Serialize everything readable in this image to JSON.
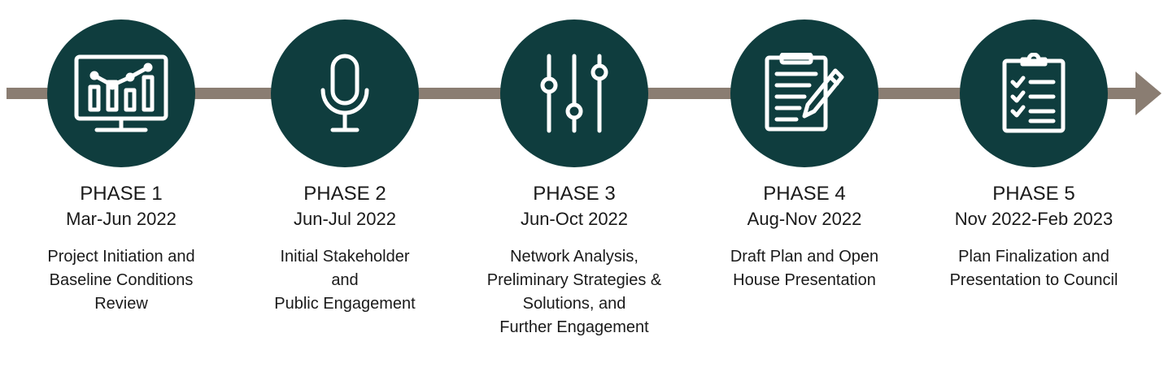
{
  "colors": {
    "circle": "#0f3d3e",
    "arrow": "#8a7d72",
    "icon_stroke": "#ffffff",
    "text": "#1a1a1a"
  },
  "phases": [
    {
      "title": "PHASE 1",
      "dates": "Mar-Jun 2022",
      "description": "Project Initiation and\nBaseline Conditions\nReview",
      "icon": "monitor-bar-chart-icon"
    },
    {
      "title": "PHASE 2",
      "dates": "Jun-Jul 2022",
      "description": "Initial Stakeholder\nand\nPublic Engagement",
      "icon": "microphone-icon"
    },
    {
      "title": "PHASE 3",
      "dates": "Jun-Oct 2022",
      "description": "Network Analysis,\nPreliminary Strategies &\nSolutions, and\nFurther Engagement",
      "icon": "sliders-icon"
    },
    {
      "title": "PHASE 4",
      "dates": "Aug-Nov 2022",
      "description": "Draft Plan and Open\nHouse Presentation",
      "icon": "clipboard-pencil-icon"
    },
    {
      "title": "PHASE 5",
      "dates": "Nov 2022-Feb 2023",
      "description": "Plan Finalization and\nPresentation to Council",
      "icon": "checklist-icon"
    }
  ]
}
